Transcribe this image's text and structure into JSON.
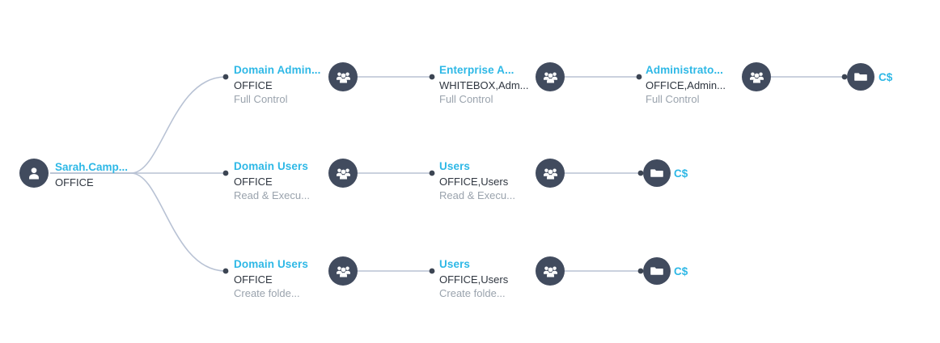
{
  "graph": {
    "background": "#ffffff",
    "node_color": "#414b5e",
    "edge_color": "#b8c2d4",
    "accent_color": "#2eb8e6",
    "subtitle_color": "#2f3640",
    "permission_color": "#9aa3ad"
  },
  "root": {
    "icon": "user-icon",
    "title": "Sarah.Camp...",
    "subtitle": "OFFICE"
  },
  "rows": [
    {
      "id": "row-1",
      "steps": [
        {
          "icon": "group-icon",
          "title": "Domain Admin...",
          "subtitle": "OFFICE",
          "permission": "Full Control"
        },
        {
          "icon": "group-icon",
          "title": "Enterprise A...",
          "subtitle": "WHITEBOX,Adm...",
          "permission": "Full Control"
        },
        {
          "icon": "group-icon",
          "title": "Administrato...",
          "subtitle": "OFFICE,Admin...",
          "permission": "Full Control"
        }
      ],
      "share": {
        "icon": "folder-icon",
        "label": "C$"
      }
    },
    {
      "id": "row-2",
      "steps": [
        {
          "icon": "group-icon",
          "title": "Domain Users",
          "subtitle": "OFFICE",
          "permission": "Read & Execu..."
        },
        {
          "icon": "group-icon",
          "title": "Users",
          "subtitle": "OFFICE,Users",
          "permission": "Read & Execu..."
        }
      ],
      "share": {
        "icon": "folder-icon",
        "label": "C$"
      }
    },
    {
      "id": "row-3",
      "steps": [
        {
          "icon": "group-icon",
          "title": "Domain Users",
          "subtitle": "OFFICE",
          "permission": "Create folde..."
        },
        {
          "icon": "group-icon",
          "title": "Users",
          "subtitle": "OFFICE,Users",
          "permission": "Create folde..."
        }
      ],
      "share": {
        "icon": "folder-icon",
        "label": "C$"
      }
    }
  ]
}
